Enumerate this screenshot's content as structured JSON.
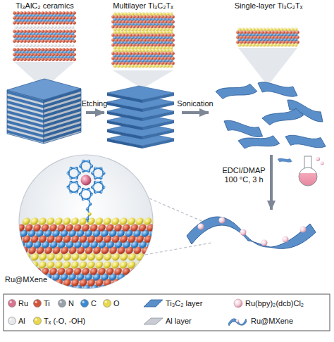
{
  "diagram": {
    "nodes": [
      {
        "text": [
          "Ti₃AlC₂ ceramics"
        ]
      },
      {
        "text": [
          "Multilayer Ti₃C₂Tₓ"
        ]
      },
      {
        "text": [
          "Single-layer Ti₃C₂Tₓ"
        ]
      },
      {
        "text": [
          "Ru@MXene"
        ]
      }
    ],
    "edges": [
      {
        "from": 0,
        "to": 1,
        "arrow": "to",
        "label": "Etching"
      },
      {
        "from": 1,
        "to": 2,
        "arrow": "to",
        "label": "Sonication"
      },
      {
        "from": 2,
        "to": 3,
        "arrow": "to",
        "label": "EDCI/DMAP 100 °C, 3 h"
      }
    ],
    "legend": [
      {
        "text": "Ru",
        "color": "#d9748f"
      },
      {
        "text": "Ti",
        "color": "#d2553a"
      },
      {
        "text": "N",
        "color": "#9aa0a8"
      },
      {
        "text": "C",
        "color": "#3c8ad0"
      },
      {
        "text": "O",
        "color": "#e8d84a"
      },
      {
        "text": "Ti₃C₂ layer"
      },
      {
        "text": "Ru(bpy)₂(dcb)Cl₂"
      },
      {
        "text": "Al",
        "color": "#e6e8ea"
      },
      {
        "text": "Tₓ (-O, -OH)",
        "color": "#e8d84a"
      },
      {
        "text": "Al layer"
      },
      {
        "text": "Ru@MXene"
      }
    ]
  }
}
